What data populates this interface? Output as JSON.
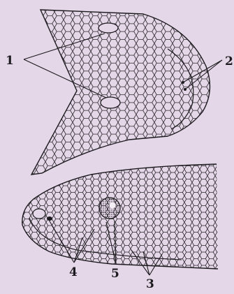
{
  "figure": {
    "background_color": "#e4d7e8",
    "ink_color": "#1c1a1e",
    "callouts": [
      {
        "id": "callout-1",
        "text": "1"
      },
      {
        "id": "callout-2",
        "text": "2"
      },
      {
        "id": "callout-3",
        "text": "3"
      },
      {
        "id": "callout-4",
        "text": "4"
      },
      {
        "id": "callout-5",
        "text": "5"
      }
    ]
  }
}
